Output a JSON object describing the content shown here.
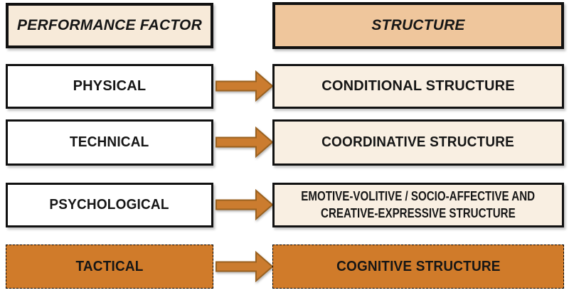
{
  "headers": {
    "left": "PERFORMANCE FACTOR",
    "right": "STRUCTURE"
  },
  "rows": [
    {
      "factor": "PHYSICAL",
      "structure": "CONDITIONAL STRUCTURE"
    },
    {
      "factor": "TECHNICAL",
      "structure": "COORDINATIVE STRUCTURE"
    },
    {
      "factor": "PSYCHOLOGICAL",
      "structure_lines": [
        "EMOTIVE-VOLITIVE / SOCIO-AFFECTIVE AND",
        "CREATIVE-EXPRESSIVE STRUCTURE"
      ]
    },
    {
      "factor": "TACTICAL",
      "structure": "COGNITIVE STRUCTURE"
    }
  ],
  "colors": {
    "cream": "#f7ead9",
    "peach": "#efc69c",
    "paper": "#f9efe2",
    "orange": "#d07b2a",
    "arrow-fill": "#cb7c2f",
    "arrow-stroke": "#9a611f",
    "border": "#111111",
    "text": "#161616",
    "background": "#ffffff"
  }
}
